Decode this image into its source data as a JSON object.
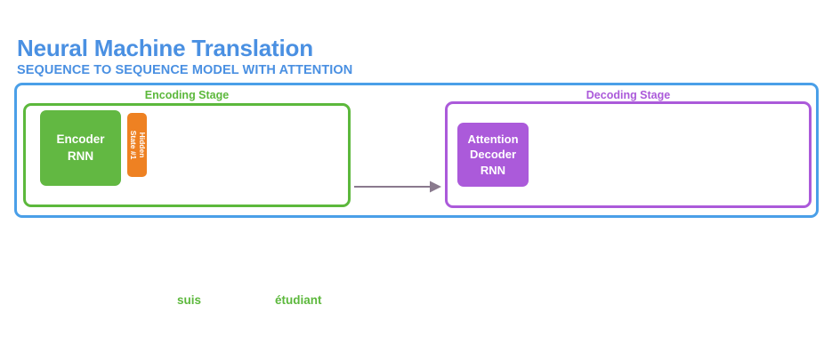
{
  "title": {
    "main": "Neural Machine Translation",
    "sub": "SEQUENCE TO SEQUENCE MODEL WITH ATTENTION",
    "color": "#4a90e2"
  },
  "diagram": {
    "type": "architecture-diagram",
    "outer_frame_color": "#4a9fe8",
    "stages": [
      {
        "id": "encoding",
        "label": "Encoding Stage",
        "color": "#5cb83c",
        "blocks": [
          {
            "id": "encoder-rnn",
            "lines": [
              "Encoder",
              "RNN"
            ],
            "fill": "#62b842",
            "text_color": "#ffffff"
          },
          {
            "id": "hidden-state-1",
            "lines": [
              "Hidden",
              "State #1"
            ],
            "fill": "#ee8122",
            "text_color": "#ffffff",
            "orientation": "vertical"
          }
        ]
      },
      {
        "id": "decoding",
        "label": "Decoding Stage",
        "color": "#ab5ada",
        "blocks": [
          {
            "id": "attention-decoder-rnn",
            "lines": [
              "Attention",
              "Decoder",
              "RNN"
            ],
            "fill": "#ab5ada",
            "text_color": "#ffffff"
          }
        ]
      }
    ],
    "connector": {
      "from": "encoding",
      "to": "decoding",
      "style": "arrow-right",
      "color": "#8a7a8e"
    }
  },
  "output_words": [
    {
      "text": "suis",
      "color": "#5cb83c"
    },
    {
      "text": "étudiant",
      "color": "#5cb83c"
    }
  ]
}
